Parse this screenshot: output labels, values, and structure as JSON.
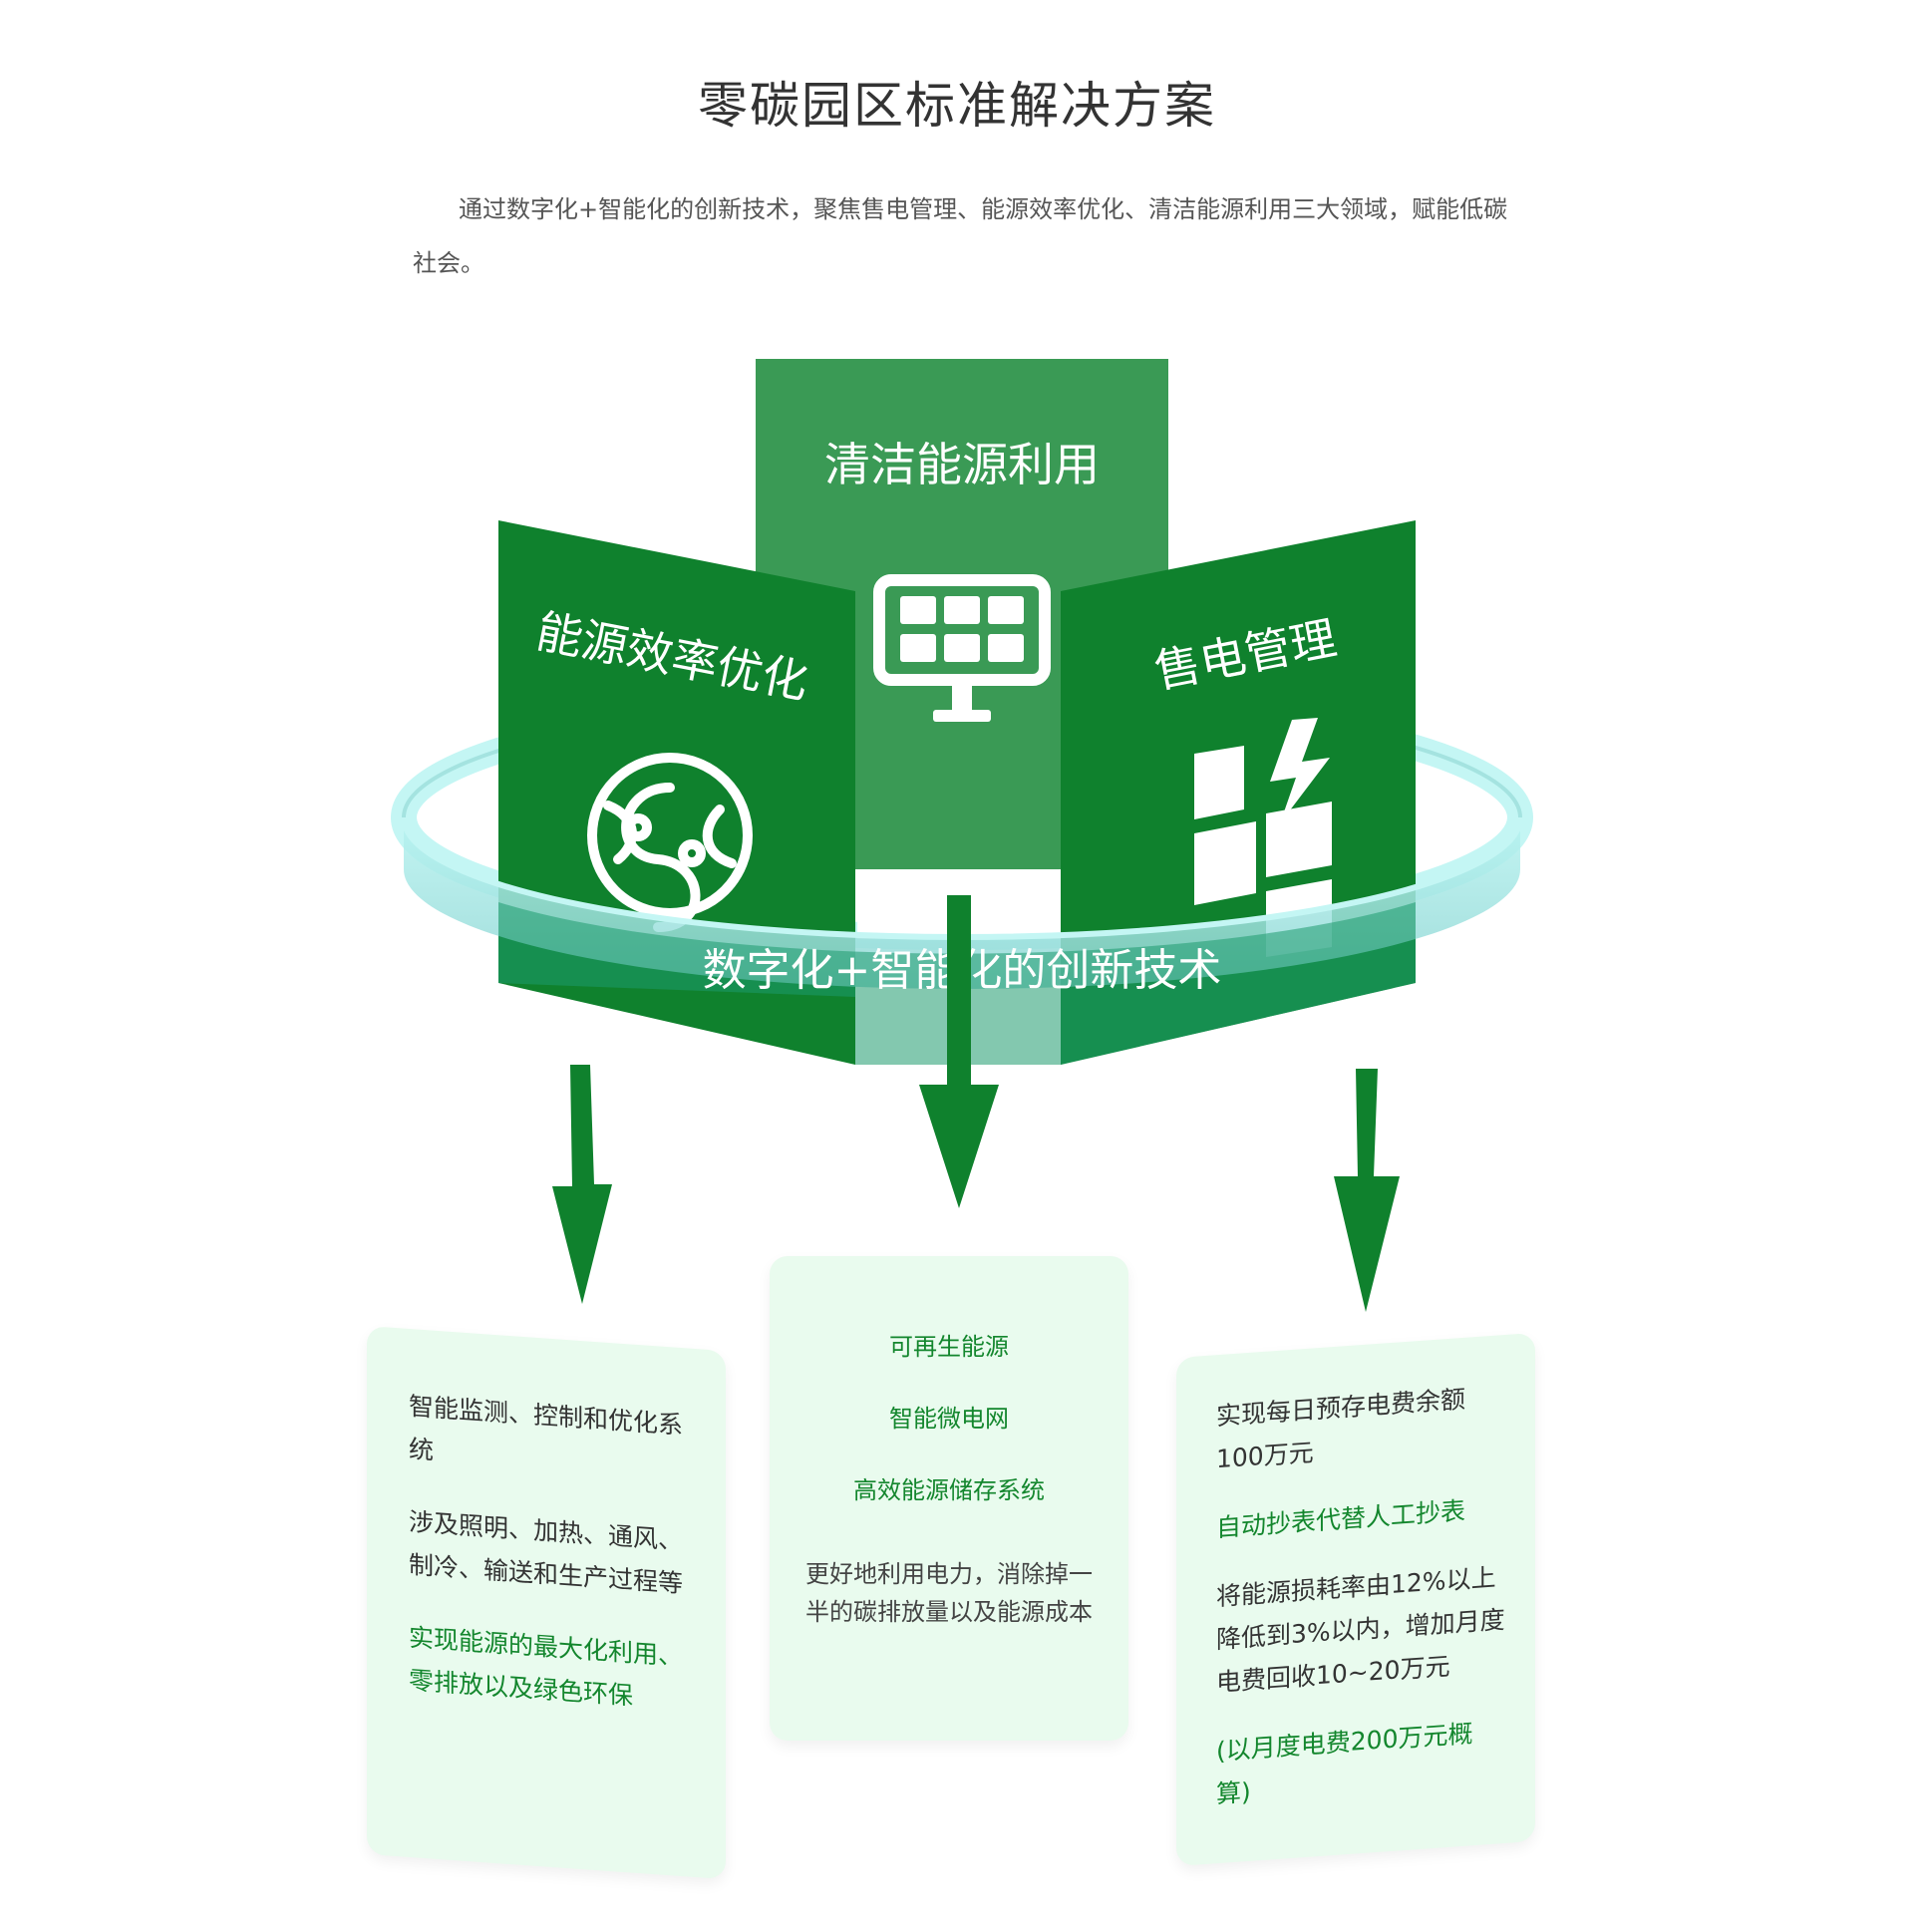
{
  "title": "零碳园区标准解决方案",
  "description": "通过数字化+智能化的创新技术，聚焦售电管理、能源效率优化、清洁能源利用三大领域，赋能低碳社会。",
  "panels": {
    "center": "清洁能源利用",
    "left": "能源效率优化",
    "right": "售电管理"
  },
  "ring_label": "数字化+智能化的创新技术",
  "icons": {
    "center": "solar-panel-icon",
    "left": "circuit-swirl-icon",
    "right": "grid-lightning-icon"
  },
  "colors": {
    "dark_green": "#0f812d",
    "mid_green": "#3a9a55",
    "ring": "#8fd6d3",
    "card_bg": "#e9fbee",
    "accent_text": "#13862d"
  },
  "cards": {
    "left": {
      "line1": "智能监测、控制和优化系统",
      "line2": "涉及照明、加热、通风、制冷、输送和生产过程等",
      "line3": "实现能源的最大化利用、零排放以及绿色环保"
    },
    "middle": {
      "item1": "可再生能源",
      "item2": "智能微电网",
      "item3": "高效能源储存系统",
      "note": "更好地利用电力，消除掉一半的碳排放量以及能源成本"
    },
    "right": {
      "line1": "实现每日预存电费余额100万元",
      "line2": "自动抄表代替人工抄表",
      "line3": "将能源损耗率由12%以上降低到3%以内，增加月度电费回收10~20万元",
      "line4": "(以月度电费200万元概算)"
    }
  }
}
